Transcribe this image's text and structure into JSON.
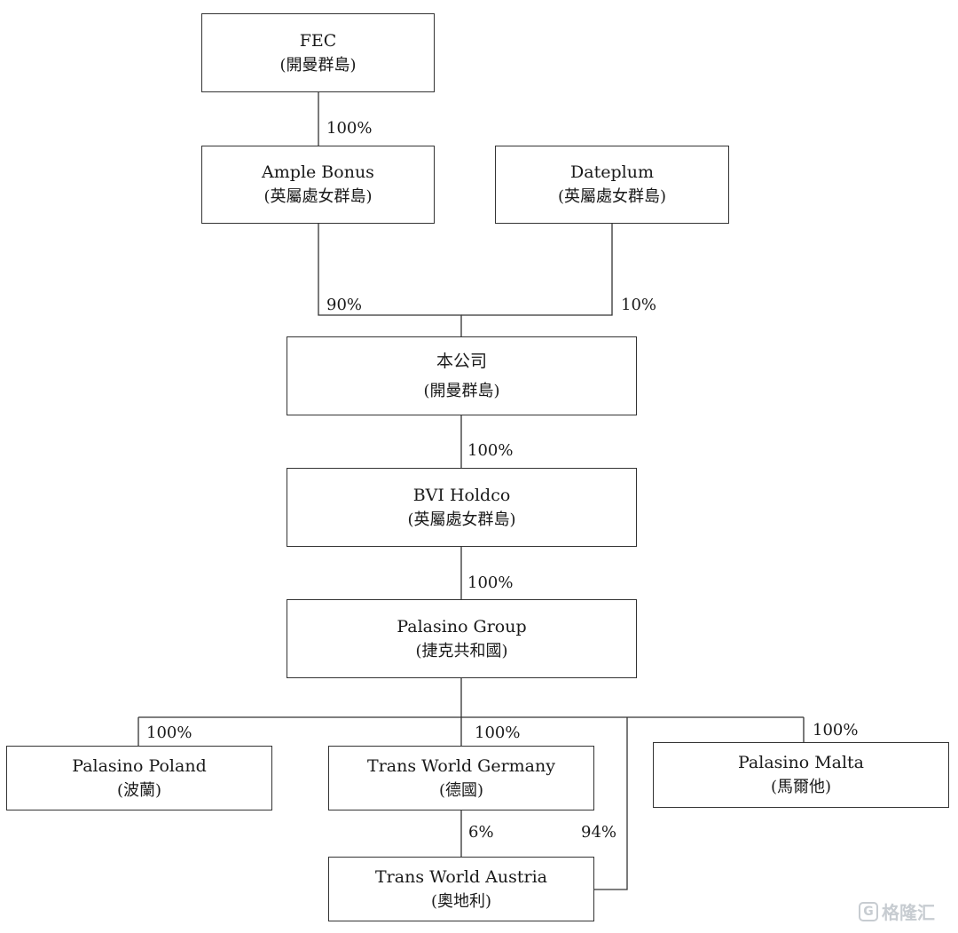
{
  "entities": {
    "fec": {
      "name": "FEC",
      "location": "(開曼群島)"
    },
    "ample_bonus": {
      "name": "Ample Bonus",
      "location": "(英屬處女群島)"
    },
    "dateplum": {
      "name": "Dateplum",
      "location": "(英屬處女群島)"
    },
    "company": {
      "name": "本公司",
      "location": "(開曼群島)"
    },
    "bvi_holdco": {
      "name": "BVI Holdco",
      "location": "(英屬處女群島)"
    },
    "palasino_group": {
      "name": "Palasino Group",
      "location": "(捷克共和國)"
    },
    "palasino_poland": {
      "name": "Palasino Poland",
      "location": "(波蘭)"
    },
    "trans_world_germany": {
      "name": "Trans World Germany",
      "location": "(德國)"
    },
    "palasino_malta": {
      "name": "Palasino Malta",
      "location": "(馬爾他)"
    },
    "trans_world_austria": {
      "name": "Trans World Austria",
      "location": "(奧地利)"
    }
  },
  "ownership": {
    "fec_to_ample_bonus": "100%",
    "ample_bonus_to_company": "90%",
    "dateplum_to_company": "10%",
    "company_to_bvi_holdco": "100%",
    "bvi_holdco_to_palasino_group": "100%",
    "group_to_poland": "100%",
    "group_to_germany": "100%",
    "group_to_malta": "100%",
    "germany_to_austria": "6%",
    "group_to_austria": "94%"
  },
  "watermark": {
    "icon": "G",
    "text": "格隆汇"
  }
}
